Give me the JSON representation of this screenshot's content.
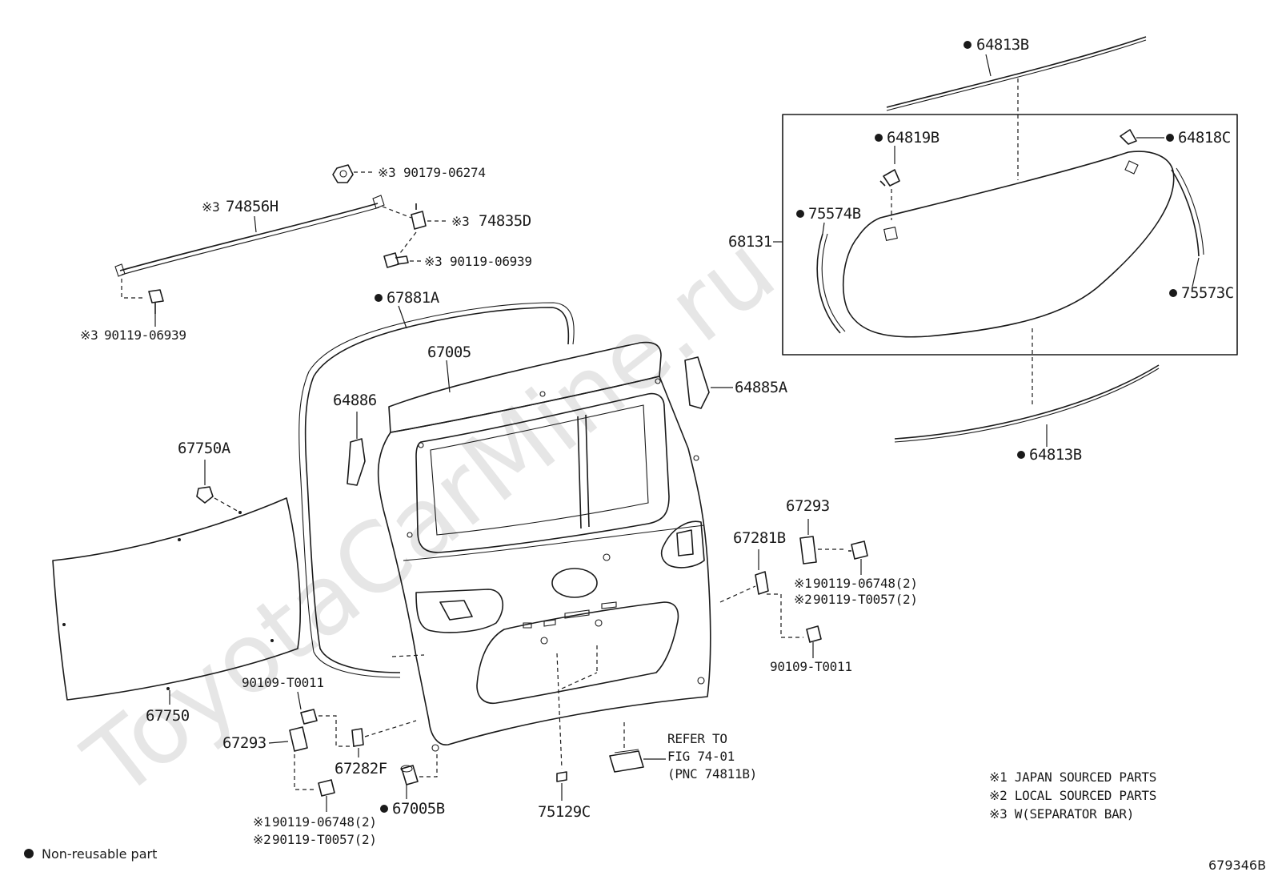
{
  "watermark": "ToyotaCarMine.ru",
  "labels": {
    "p64813B_top": "64813B",
    "p64813B_bot": "64813B",
    "p64819B": "64819B",
    "p64818C": "64818C",
    "p75574B": "75574B",
    "p68131": "68131",
    "p75573C": "75573C",
    "p90179_06274": "90179-06274",
    "p74856H": "74856H",
    "p74835D": "74835D",
    "p90119_06939_right": "90119-06939",
    "p90119_06939_left": "90119-06939",
    "p67881A": "67881A",
    "p67005": "67005",
    "p64886": "64886",
    "p64885A": "64885A",
    "p67750A": "67750A",
    "p67750": "67750",
    "p67293_right": "67293",
    "p67281B": "67281B",
    "p90119_06748_right": "90119-06748(2)",
    "p90119_T0057_right": "90119-T0057(2)",
    "p90109_T0011_right": "90109-T0011",
    "p90109_T0011_left": "90109-T0011",
    "p67293_left": "67293",
    "p67282F": "67282F",
    "p67005B": "67005B",
    "p90119_06748_left": "90119-06748(2)",
    "p90119_T0057_left": "90119-T0057(2)",
    "p75129C": "75129C",
    "refer_1": "REFER TO",
    "refer_2": "FIG 74-01",
    "refer_3": "(PNC 74811B)"
  },
  "marks": {
    "m1": "※1",
    "m2": "※2",
    "m3": "※3"
  },
  "notes": [
    "※1 JAPAN SOURCED PARTS",
    "※2 LOCAL SOURCED PARTS",
    "※3 W(SEPARATOR BAR)"
  ],
  "legend": {
    "text": "Non-reusable part"
  },
  "figure_id": "679346B"
}
